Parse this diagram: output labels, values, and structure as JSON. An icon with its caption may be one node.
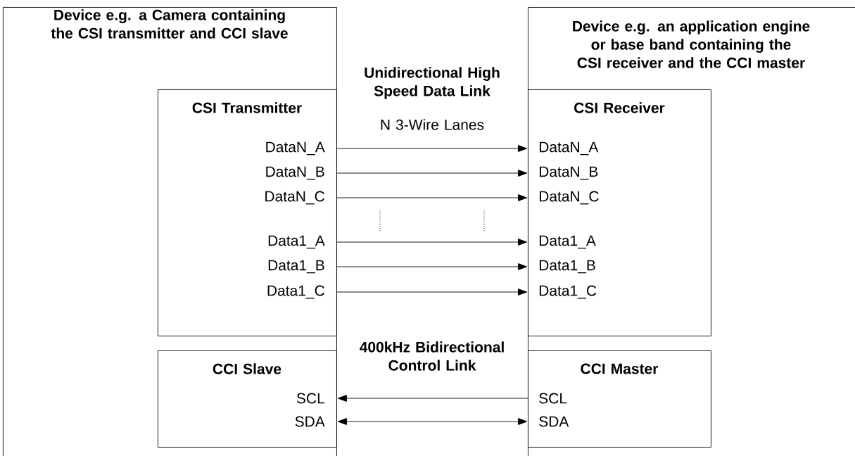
{
  "diagram": {
    "nodes": [
      {
        "text": [
          "Device e.g. a Camera containing the CSI transmitter and CCI slave"
        ]
      },
      {
        "text": [
          "Device e.g. an application engine or base band containing the CSI receiver and the CCI master"
        ]
      },
      {
        "text": [
          "CSI Transmitter",
          "DataN_A",
          "DataN_B",
          "DataN_C",
          "Data1_A",
          "Data1_B",
          "Data1_C"
        ],
        "in": 0
      },
      {
        "text": [
          "CSI Receiver",
          "DataN_A",
          "DataN_B",
          "DataN_C",
          "Data1_A",
          "Data1_B",
          "Data1_C"
        ],
        "in": 1
      },
      {
        "text": [
          "CCI Slave",
          "SCL",
          "SDA"
        ],
        "in": 0
      },
      {
        "text": [
          "CCI Master",
          "SCL",
          "SDA"
        ],
        "in": 1
      }
    ],
    "edges": [
      {
        "from": 2,
        "to": 3,
        "arrow": "to"
      },
      {
        "from": 2,
        "to": 3,
        "arrow": "to"
      },
      {
        "from": 2,
        "to": 3,
        "arrow": "to"
      },
      {
        "from": 2,
        "to": 3,
        "arrow": "to"
      },
      {
        "from": 2,
        "to": 3,
        "arrow": "to"
      },
      {
        "from": 2,
        "to": 3,
        "arrow": "to"
      },
      {
        "from": 5,
        "to": 4,
        "arrow": "to"
      },
      {
        "from": 4,
        "to": 5,
        "arrow": "both"
      }
    ],
    "labels": [
      "Unidirectional High Speed Data Link",
      "N 3-Wire Lanes",
      "400kHz Bidirectional Control Link"
    ]
  }
}
